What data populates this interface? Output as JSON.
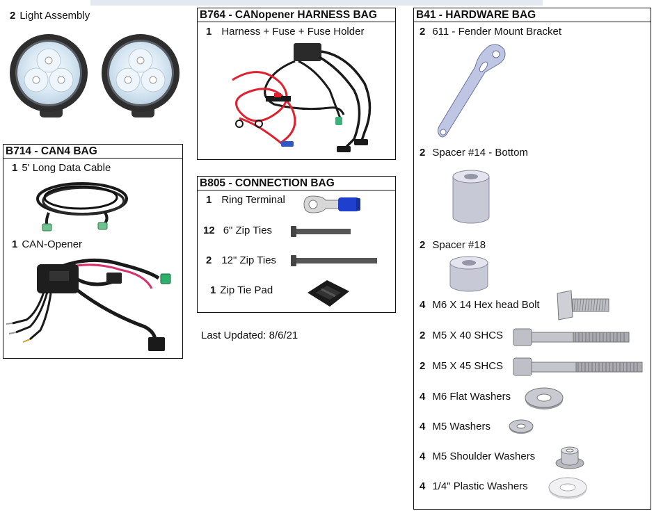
{
  "light_assembly": {
    "qty": "2",
    "label": "Light Assembly"
  },
  "can4_bag": {
    "title": "B714 - CAN4 BAG",
    "items": [
      {
        "qty": "1",
        "label": "5' Long Data Cable"
      },
      {
        "qty": "1",
        "label": "CAN-Opener"
      }
    ]
  },
  "harness_bag": {
    "title": "B764 - CANopener HARNESS BAG",
    "items": [
      {
        "qty": "1",
        "label": "Harness + Fuse + Fuse Holder"
      }
    ]
  },
  "connection_bag": {
    "title": "B805 - CONNECTION BAG",
    "items": [
      {
        "qty": "1",
        "label": "Ring Terminal"
      },
      {
        "qty": "12",
        "label": "6\" Zip Ties"
      },
      {
        "qty": "2",
        "label": "12\" Zip Ties"
      },
      {
        "qty": "1",
        "label": "Zip Tie Pad"
      }
    ]
  },
  "hardware_bag": {
    "title": "B41 - HARDWARE BAG",
    "items": [
      {
        "qty": "2",
        "label": "611 - Fender Mount Bracket"
      },
      {
        "qty": "2",
        "label": "Spacer #14 - Bottom"
      },
      {
        "qty": "2",
        "label": "Spacer #18"
      },
      {
        "qty": "4",
        "label": "M6 X 14 Hex head Bolt"
      },
      {
        "qty": "2",
        "label": "M5 X 40 SHCS"
      },
      {
        "qty": "2",
        "label": "M5 X 45 SHCS"
      },
      {
        "qty": "4",
        "label": "M6 Flat Washers"
      },
      {
        "qty": "4",
        "label": "M5 Washers"
      },
      {
        "qty": "4",
        "label": "M5 Shoulder Washers"
      },
      {
        "qty": "4",
        "label": "1/4\" Plastic Washers"
      }
    ]
  },
  "last_updated": "Last Updated: 8/6/21",
  "colors": {
    "border": "#111111",
    "ring_terminal_blue": "#1f3fcf",
    "wire_red": "#e0202e",
    "led_blue": "#cfe3f2"
  }
}
